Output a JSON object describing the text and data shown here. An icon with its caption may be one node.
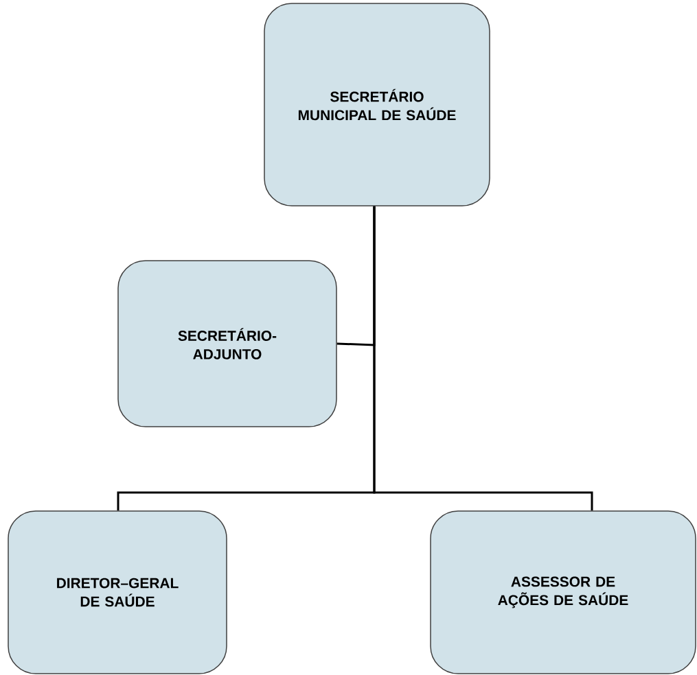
{
  "diagram": {
    "nodes": [
      {
        "text": [
          "SECRETÁRIO MUNICIPAL DE SAÚDE"
        ]
      },
      {
        "text": [
          "SECRETÁRIO-ADJUNTO"
        ]
      },
      {
        "text": [
          "DIRETOR–GERAL DE SAÚDE"
        ]
      },
      {
        "text": [
          "ASSESSOR DE AÇÕES DE SAÚDE"
        ]
      }
    ],
    "edges": [
      {
        "from": 0,
        "to": 1,
        "arrow": "none"
      },
      {
        "from": 0,
        "to": 2,
        "arrow": "none"
      },
      {
        "from": 0,
        "to": 3,
        "arrow": "none"
      }
    ]
  }
}
